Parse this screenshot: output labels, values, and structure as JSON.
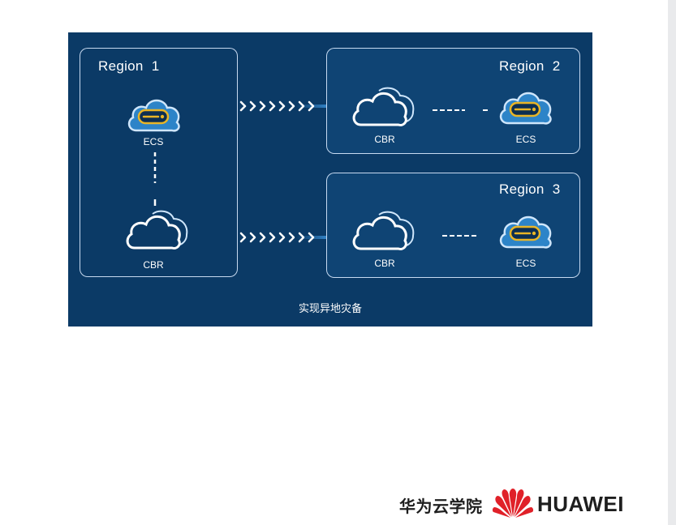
{
  "diagram": {
    "regions": {
      "region_1": {
        "title": "Region  1"
      },
      "region_2": {
        "title": "Region  2"
      },
      "region_3": {
        "title": "Region  3"
      }
    },
    "labels": {
      "r1_ecs": "ECS",
      "r1_cbr": "CBR",
      "r2_cbr": "CBR",
      "r2_ecs": "ECS",
      "r3_cbr": "CBR",
      "r3_ecs": "ECS"
    },
    "caption": "实现异地灾备",
    "icons": {
      "ecs": "server-cloud-icon",
      "cbr": "cloud-icon",
      "arrows": "chevron-right-icon"
    },
    "colors": {
      "background": "#0b3a66",
      "panel": "#0f4474",
      "ecs_accent": "#e9b526",
      "ecs_badge": "#3fa4e4"
    }
  },
  "brand": {
    "cn_name": "华为云学院",
    "en_name": "HUAWEI",
    "logo_color": "#e02129"
  }
}
